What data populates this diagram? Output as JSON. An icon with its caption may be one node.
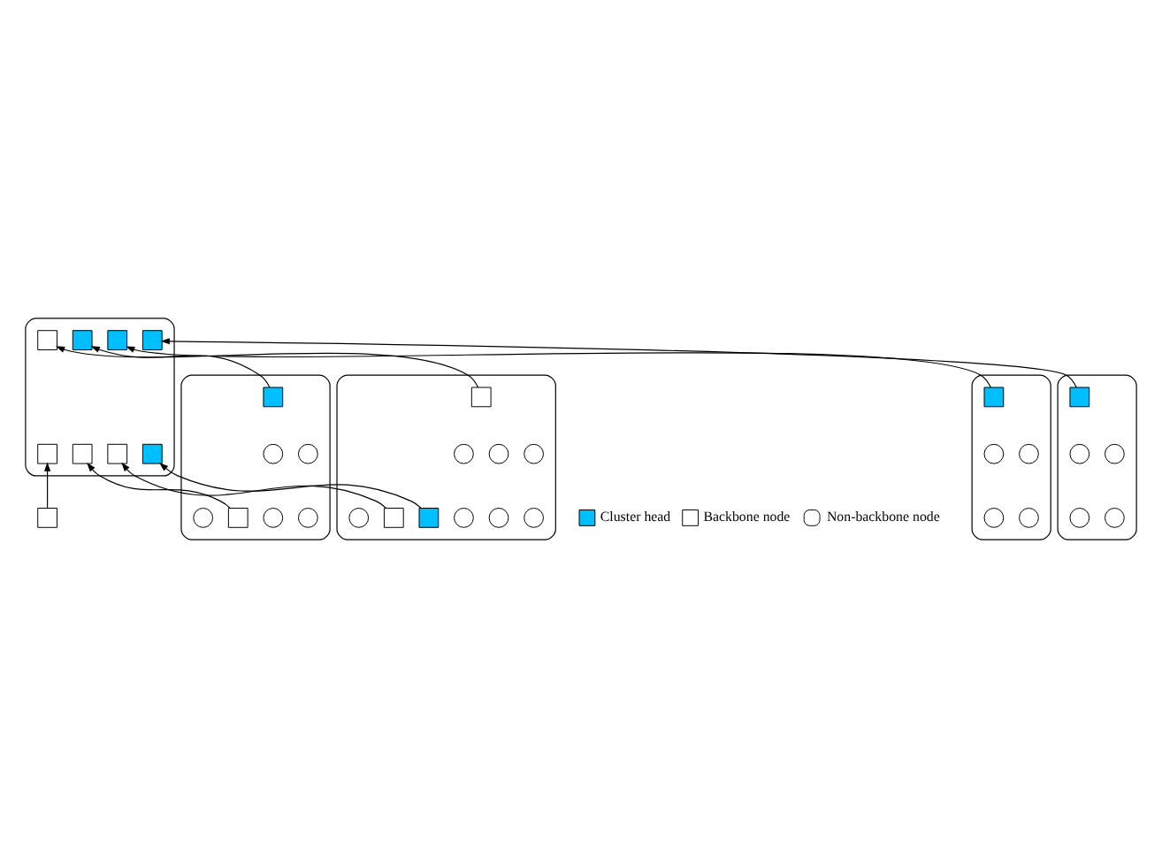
{
  "diagram": {
    "nodes": [
      {
        "text": [],
        "shape": "cloud"
      },
      {
        "text": [],
        "shape": "box",
        "in": 0
      },
      {
        "text": [],
        "shape": "box",
        "in": 0
      },
      {
        "text": [],
        "shape": "box",
        "in": 0
      },
      {
        "text": [],
        "shape": "box",
        "in": 0
      },
      {
        "text": [],
        "shape": "box",
        "in": 0
      },
      {
        "text": [],
        "shape": "box",
        "in": 0
      },
      {
        "text": [],
        "shape": "box",
        "in": 0
      },
      {
        "text": [],
        "shape": "box",
        "in": 0
      },
      {
        "text": [],
        "shape": "cloud"
      },
      {
        "text": [],
        "shape": "cloud"
      },
      {
        "text": [],
        "shape": "cloud"
      },
      {
        "text": [],
        "shape": "cloud"
      },
      {
        "text": [],
        "shape": "box",
        "in": 9
      },
      {
        "text": [],
        "shape": "box",
        "in": 9
      },
      {
        "text": [],
        "shape": "box",
        "in": 10
      },
      {
        "text": [],
        "shape": "box"
      },
      {
        "text": [],
        "shape": "box",
        "in": 11
      },
      {
        "text": [],
        "shape": "box",
        "in": 12
      },
      {
        "text": [],
        "shape": "box",
        "in": 12
      },
      {
        "text": [],
        "shape": "box",
        "in": 12
      },
      {
        "text": [],
        "shape": "circle",
        "in": 9
      },
      {
        "text": [],
        "shape": "circle",
        "in": 9
      },
      {
        "text": [],
        "shape": "circle",
        "in": 9
      },
      {
        "text": [],
        "shape": "circle",
        "in": 9
      },
      {
        "text": [],
        "shape": "circle",
        "in": 9
      },
      {
        "text": [],
        "shape": "circle",
        "in": 10
      },
      {
        "text": [],
        "shape": "circle",
        "in": 10
      },
      {
        "text": [],
        "shape": "circle",
        "in": 10
      },
      {
        "text": [],
        "shape": "circle",
        "in": 10
      },
      {
        "text": [],
        "shape": "circle",
        "in": 11
      },
      {
        "text": [],
        "shape": "circle",
        "in": 11
      },
      {
        "text": [],
        "shape": "circle",
        "in": 11
      },
      {
        "text": [],
        "shape": "circle",
        "in": 11
      },
      {
        "text": [],
        "shape": "circle",
        "in": 12
      },
      {
        "text": [],
        "shape": "circle",
        "in": 12
      },
      {
        "text": [],
        "shape": "circle",
        "in": 12
      },
      {
        "text": [],
        "shape": "circle",
        "in": 12
      },
      {
        "text": [],
        "shape": "circle",
        "in": 12
      },
      {
        "text": [],
        "shape": "circle",
        "in": 12
      },
      {
        "text": [],
        "shape": "circle",
        "in": 12
      }
    ],
    "edges": [
      {
        "from": 13,
        "to": 1,
        "arrow": "to"
      },
      {
        "from": 14,
        "to": 2,
        "arrow": "to"
      },
      {
        "from": 15,
        "to": 3,
        "arrow": "to"
      },
      {
        "from": 16,
        "to": 4,
        "arrow": "to"
      },
      {
        "from": 17,
        "to": 5,
        "arrow": "to"
      },
      {
        "from": 18,
        "to": 6,
        "arrow": "to"
      },
      {
        "from": 19,
        "to": 7,
        "arrow": "to"
      },
      {
        "from": 20,
        "to": 8,
        "arrow": "to"
      }
    ],
    "legend": [
      {
        "text": "Cluster head",
        "color": "#00bfff"
      },
      {
        "text": "Backbone node",
        "color": "#ffffff"
      },
      {
        "text": "Non-backbone node"
      }
    ]
  }
}
